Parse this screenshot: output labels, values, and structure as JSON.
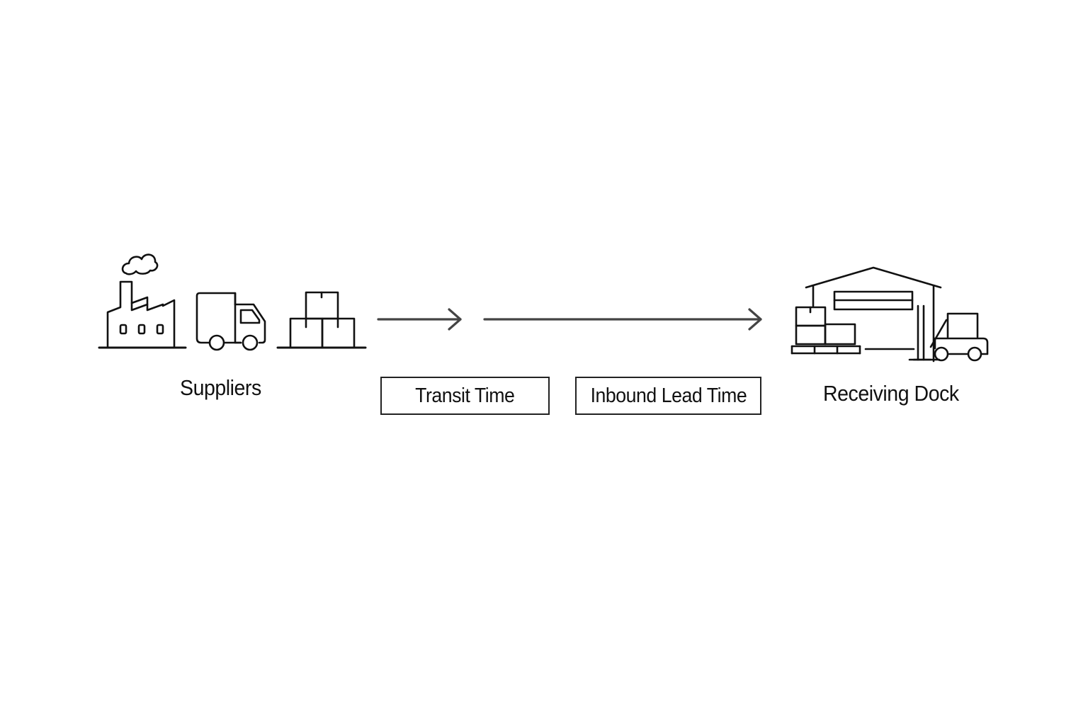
{
  "nodes": {
    "source": {
      "label": "Suppliers",
      "icons": [
        "factory-icon",
        "truck-icon",
        "boxes-icon"
      ]
    },
    "destination": {
      "label": "Receiving Dock",
      "icons": [
        "warehouse-icon",
        "pallet-icon",
        "forklift-icon"
      ]
    }
  },
  "stages": [
    {
      "label": "Transit Time"
    },
    {
      "label": "Inbound Lead Time"
    }
  ],
  "colors": {
    "stroke": "#111111",
    "arrow": "#444444",
    "background": "#ffffff"
  }
}
